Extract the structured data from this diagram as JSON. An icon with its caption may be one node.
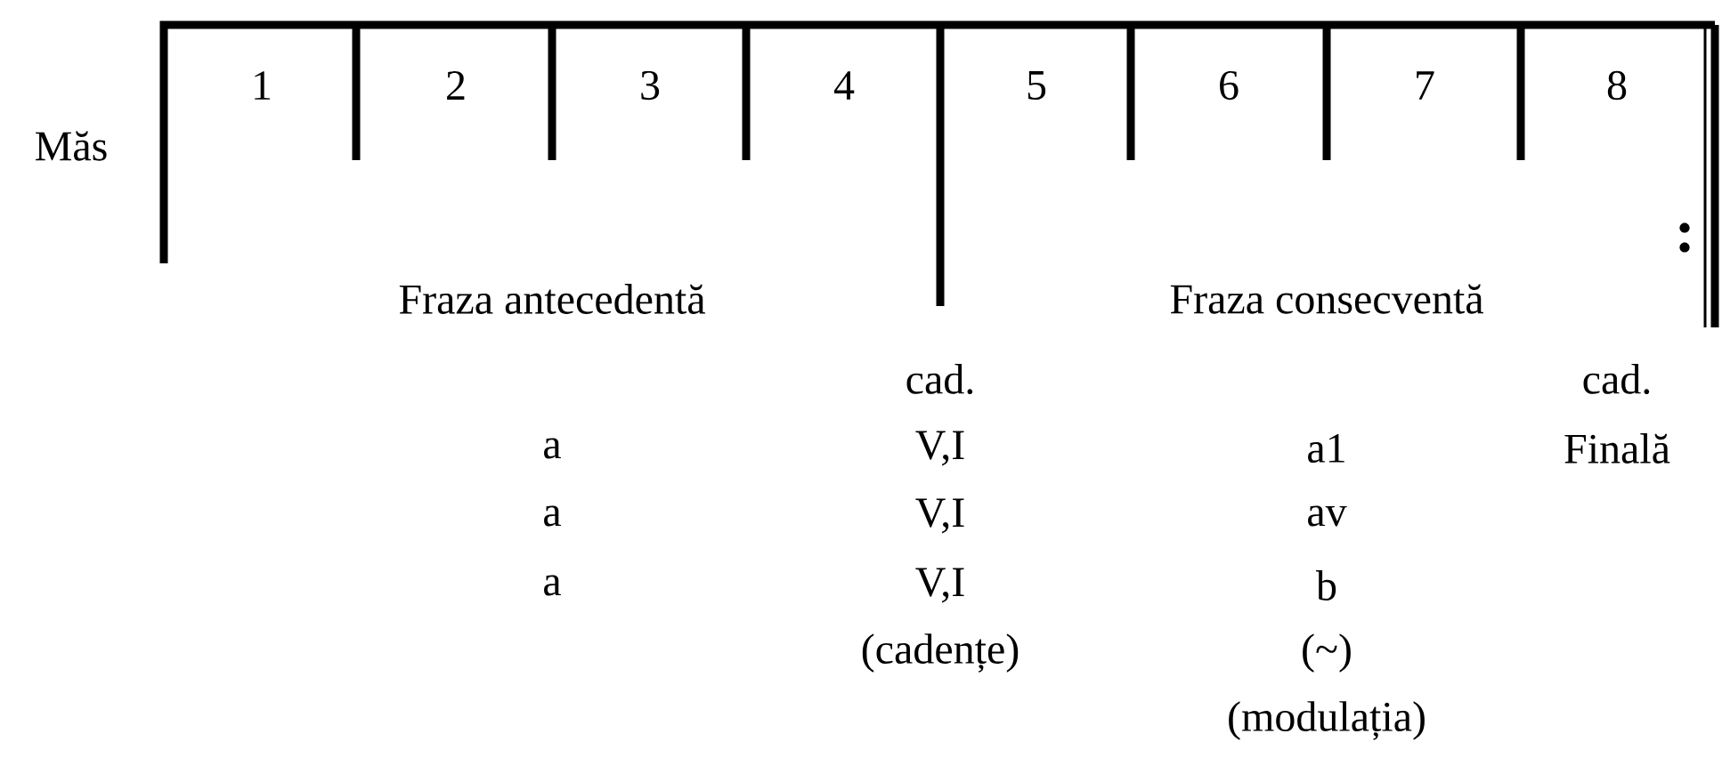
{
  "diagram": {
    "labels": [
      "Măs",
      "1",
      "2",
      "3",
      "4",
      "5",
      "6",
      "7",
      "8",
      "Fraza antecedentă",
      "Fraza consecventă",
      "cad.",
      "cad.",
      "a",
      "V,I",
      "a1",
      "Finală",
      "a",
      "V,I",
      "av",
      "a",
      "V,I",
      "b",
      "(cadențe)",
      "(~)",
      "(modulația)"
    ]
  }
}
